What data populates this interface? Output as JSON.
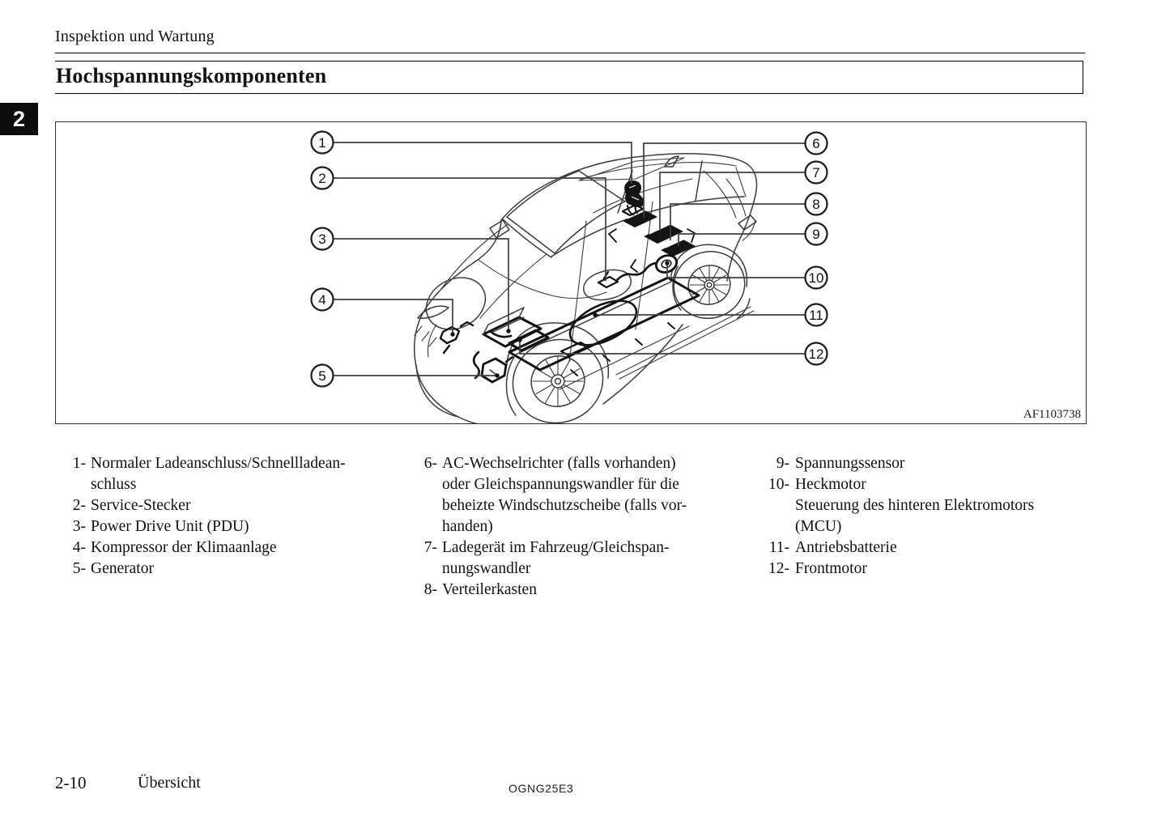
{
  "header": {
    "section_label": "Inspektion und Wartung",
    "page_title": "Hochspannungskomponenten",
    "chapter_tab": "2"
  },
  "colors": {
    "ink": "#111111",
    "tab_bg": "#0d0d0d",
    "tab_fg": "#ffffff",
    "line_art": "#3b3b3b"
  },
  "figure": {
    "image_code": "AF1103738",
    "callouts": [
      "1",
      "2",
      "3",
      "4",
      "5",
      "6",
      "7",
      "8",
      "9",
      "10",
      "11",
      "12"
    ]
  },
  "legend": {
    "columns": [
      {
        "items": [
          {
            "num": "1-",
            "text": "Normaler Ladeanschluss/Schnellladean-\nschluss"
          },
          {
            "num": "2-",
            "text": "Service-Stecker"
          },
          {
            "num": "3-",
            "text": "Power Drive Unit (PDU)"
          },
          {
            "num": "4-",
            "text": "Kompressor der Klimaanlage"
          },
          {
            "num": "5-",
            "text": "Generator"
          }
        ]
      },
      {
        "items": [
          {
            "num": "6-",
            "text": "AC-Wechselrichter (falls vorhanden)\noder Gleichspannungswandler für die\nbeheizte Windschutzscheibe (falls vor-\nhanden)"
          },
          {
            "num": "7-",
            "text": "Ladegerät im Fahrzeug/Gleichspan-\nnungswandler"
          },
          {
            "num": "8-",
            "text": "Verteilerkasten"
          }
        ]
      },
      {
        "items": [
          {
            "num": "9-",
            "text": "Spannungssensor"
          },
          {
            "num": "10-",
            "text": "Heckmotor\nSteuerung des hinteren Elektromotors\n(MCU)"
          },
          {
            "num": "11-",
            "text": "Antriebsbatterie"
          },
          {
            "num": "12-",
            "text": "Frontmotor"
          }
        ]
      }
    ]
  },
  "footer": {
    "page_number": "2-10",
    "section": "Übersicht",
    "doc_code": "OGNG25E3"
  }
}
